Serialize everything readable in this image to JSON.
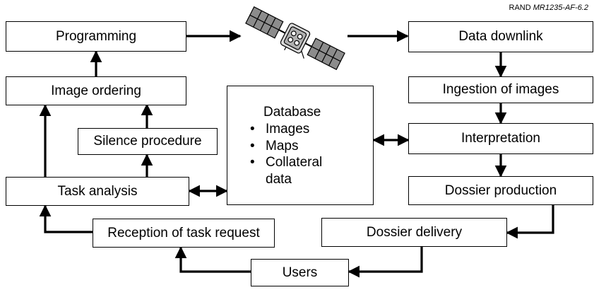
{
  "credit": {
    "org": "RAND",
    "id": "MR1235-AF-6.2"
  },
  "satellite": {
    "icon": "satellite-icon"
  },
  "boxes": {
    "programming": "Programming",
    "image_ordering": "Image ordering",
    "silence_procedure": "Silence procedure",
    "task_analysis": "Task analysis",
    "reception": "Reception of task request",
    "users": "Users",
    "dossier_delivery": "Dossier delivery",
    "dossier_production": "Dossier production",
    "interpretation": "Interpretation",
    "ingestion": "Ingestion of images",
    "data_downlink": "Data downlink"
  },
  "database": {
    "title": "Database",
    "items": [
      "Images",
      "Maps",
      "Collateral data"
    ]
  }
}
